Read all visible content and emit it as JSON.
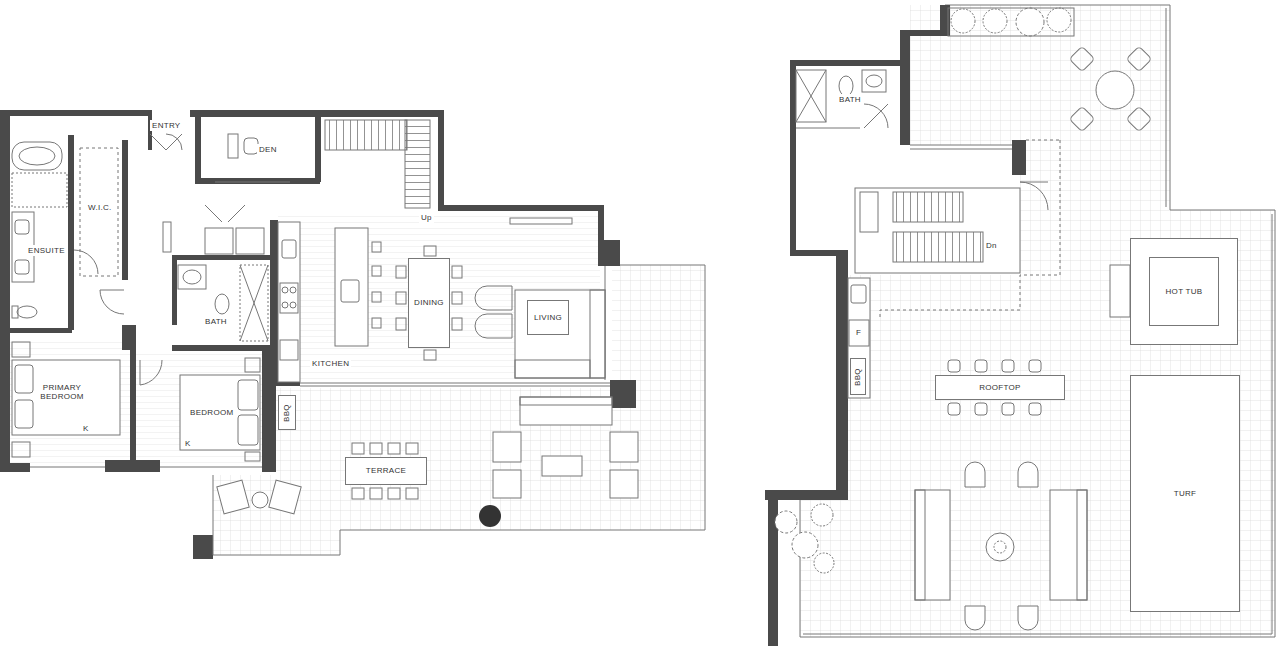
{
  "diagram": {
    "nodes": [
      {
        "text": [
          "DINING"
        ]
      },
      {
        "text": [
          "LIVING"
        ]
      },
      {
        "text": [
          "BBQ"
        ]
      },
      {
        "text": [
          "TERRACE"
        ]
      },
      {
        "text": [
          "HOT TUB"
        ]
      },
      {
        "text": [
          "BBQ"
        ]
      },
      {
        "text": [
          "ROOFTOP"
        ]
      },
      {
        "text": [
          "TURF"
        ]
      }
    ],
    "labels": [
      "ENTRY",
      "DEN",
      "W.I.C.",
      "ENSUITE",
      "Up",
      "BATH",
      "KITCHEN",
      "PRIMARY BEDROOM",
      "K",
      "BEDROOM",
      "K",
      "BATH",
      "Dn",
      "F"
    ]
  }
}
